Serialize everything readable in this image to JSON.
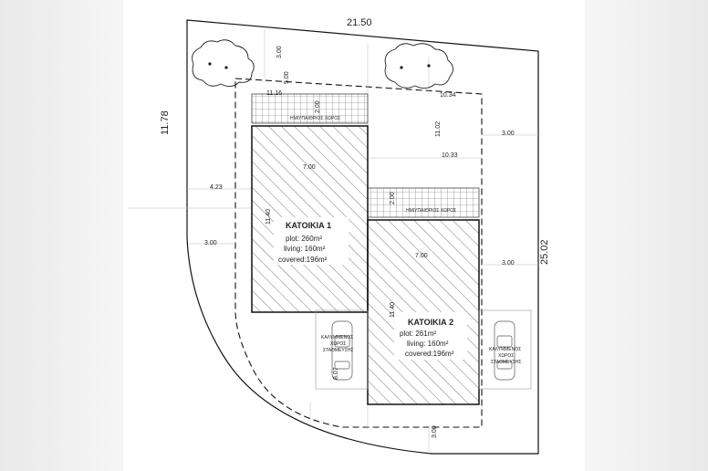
{
  "dimensions": {
    "top_width": "21.50",
    "right_height": "25.02",
    "left_height": "11.78",
    "top_setback": "3.00",
    "top_inner": "5.00",
    "left_setback_house1": "4.23",
    "left_setback_curve": "3.00",
    "right_setback_top": "3.00",
    "right_setback_mid": "3.00",
    "bottom_setback": "3.00",
    "inner_width_top": "11.16",
    "inner_width_right_top": "10.34",
    "inner_width_right_mid": "10.33",
    "inner_vertical": "11.02",
    "parking_depth": "8.07",
    "canopy_depth_1": "2.00",
    "canopy_depth_2": "2.00"
  },
  "house1": {
    "title": "ΚΑΤΟΙΚΙΑ 1",
    "plot": "plot: 260m²",
    "living": "living: 160m²",
    "covered": "covered:196m²",
    "width": "7.00",
    "depth": "11.40",
    "canopy_label": "ΗΜΙΥΠΑΙΘΡΙΟΣ ΧΩΡΟΣ"
  },
  "house2": {
    "title": "ΚΑΤΟΙΚΙΑ 2",
    "plot": "plot: 261m²",
    "living": "living: 160m²",
    "covered": "covered:196m²",
    "width": "7.00",
    "depth": "11.40",
    "canopy_label": "ΗΜΙΥΠΑΙΘΡΙΟΣ ΧΩΡΟΣ"
  },
  "parking_left": [
    "ΚΑΛΥΜΜΕΝΟΣ",
    "ΧΩΡΟΣ",
    "ΣΤΑΘΜΕΥΣΗΣ"
  ],
  "parking_right": [
    "ΚΑΛΥΜΜΕΝΟΣ",
    "ΧΩΡΟΣ",
    "ΣΤΑΘΜΕΥΣΗΣ"
  ]
}
